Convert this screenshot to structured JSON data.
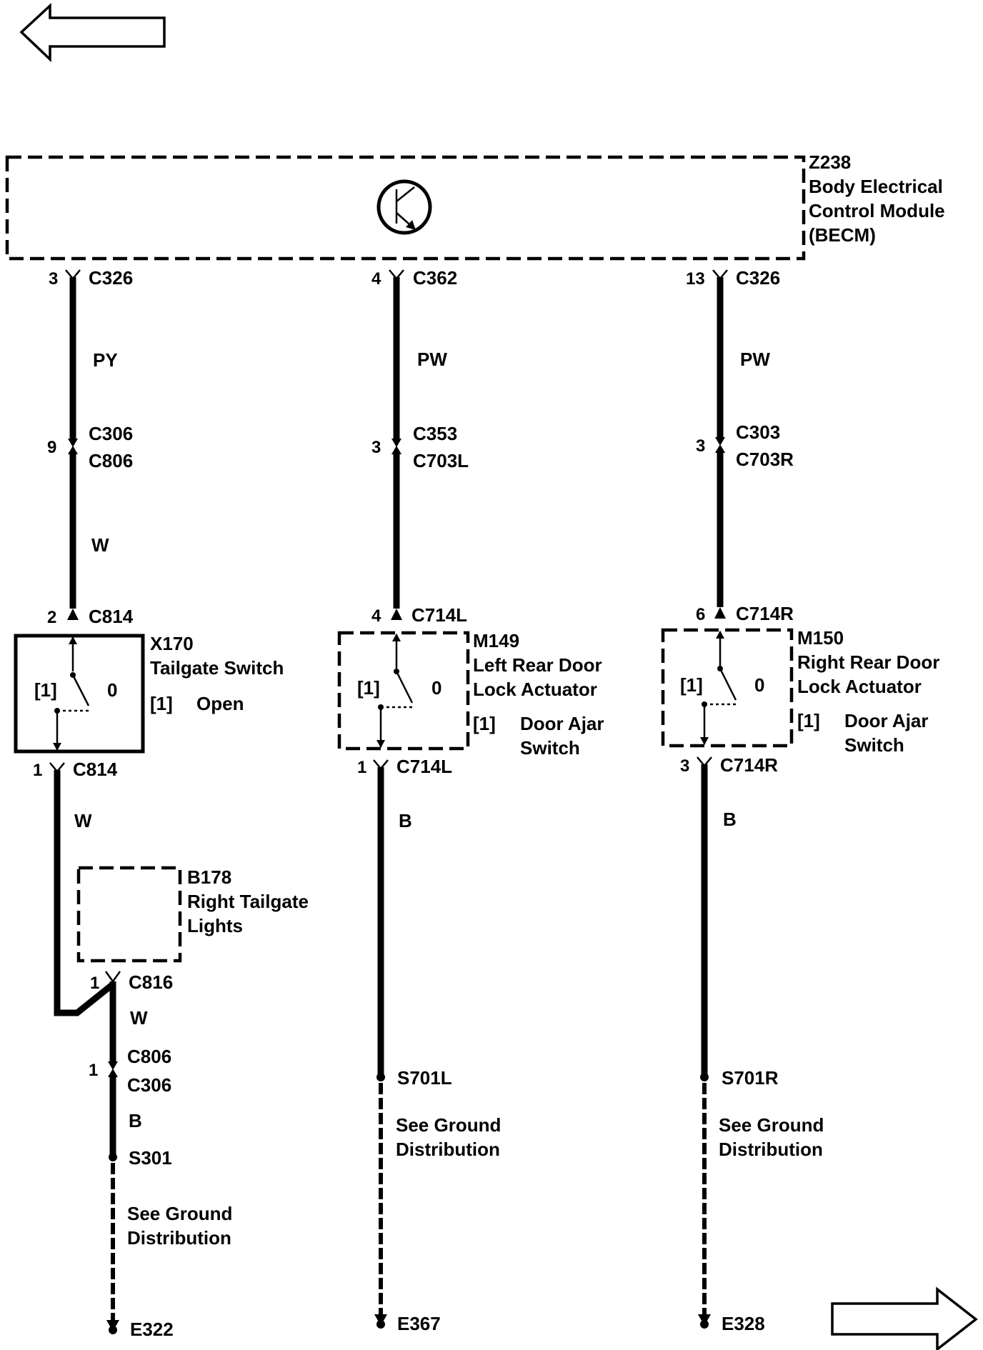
{
  "module": {
    "id": "Z238",
    "name_line1": "Body Electrical",
    "name_line2": "Control Module",
    "name_line3": "(BECM)"
  },
  "circuit_left": {
    "top_pin": "3",
    "top_conn": "C326",
    "wire1": "PY",
    "mid_pin": "9",
    "mid_conn_a": "C306",
    "mid_conn_b": "C806",
    "wire2": "W",
    "sw_top_pin": "2",
    "sw_top_conn": "C814",
    "switch_id": "X170",
    "switch_name": "Tailgate Switch",
    "contact_label": "[1]",
    "contact_zero": "0",
    "note_tag": "[1]",
    "note_text": "Open",
    "sw_bot_pin": "1",
    "sw_bot_conn": "C814",
    "wire3": "W",
    "lamp_id": "B178",
    "lamp_line1": "Right Tailgate",
    "lamp_line2": "Lights",
    "lamp_pin": "1",
    "lamp_conn": "C816",
    "wire4": "W",
    "low_pin": "1",
    "low_conn_a": "C806",
    "low_conn_b": "C306",
    "wire5": "B",
    "splice": "S301",
    "ground_note_1": "See Ground",
    "ground_note_2": "Distribution",
    "ground": "E322"
  },
  "circuit_mid": {
    "top_pin": "4",
    "top_conn": "C362",
    "wire1": "PW",
    "mid_pin": "3",
    "mid_conn_a": "C353",
    "mid_conn_b": "C703L",
    "sw_top_pin": "4",
    "sw_top_conn": "C714L",
    "switch_id": "M149",
    "switch_line1": "Left Rear Door",
    "switch_line2": "Lock Actuator",
    "contact_label": "[1]",
    "contact_zero": "0",
    "note_tag": "[1]",
    "note_line1": "Door Ajar",
    "note_line2": "Switch",
    "sw_bot_pin": "1",
    "sw_bot_conn": "C714L",
    "wire2": "B",
    "splice": "S701L",
    "ground_note_1": "See Ground",
    "ground_note_2": "Distribution",
    "ground": "E367"
  },
  "circuit_right": {
    "top_pin": "13",
    "top_conn": "C326",
    "wire1": "PW",
    "mid_pin": "3",
    "mid_conn_a": "C303",
    "mid_conn_b": "C703R",
    "sw_top_pin": "6",
    "sw_top_conn": "C714R",
    "switch_id": "M150",
    "switch_line1": "Right Rear Door",
    "switch_line2": "Lock Actuator",
    "contact_label": "[1]",
    "contact_zero": "0",
    "note_tag": "[1]",
    "note_line1": "Door Ajar",
    "note_line2": "Switch",
    "sw_bot_pin": "3",
    "sw_bot_conn": "C714R",
    "wire2": "B",
    "splice": "S701R",
    "ground_note_1": "See Ground",
    "ground_note_2": "Distribution",
    "ground": "E328"
  },
  "icons": {
    "previous": "left-arrow-icon",
    "next": "right-arrow-icon",
    "module": "transistor-icon"
  }
}
